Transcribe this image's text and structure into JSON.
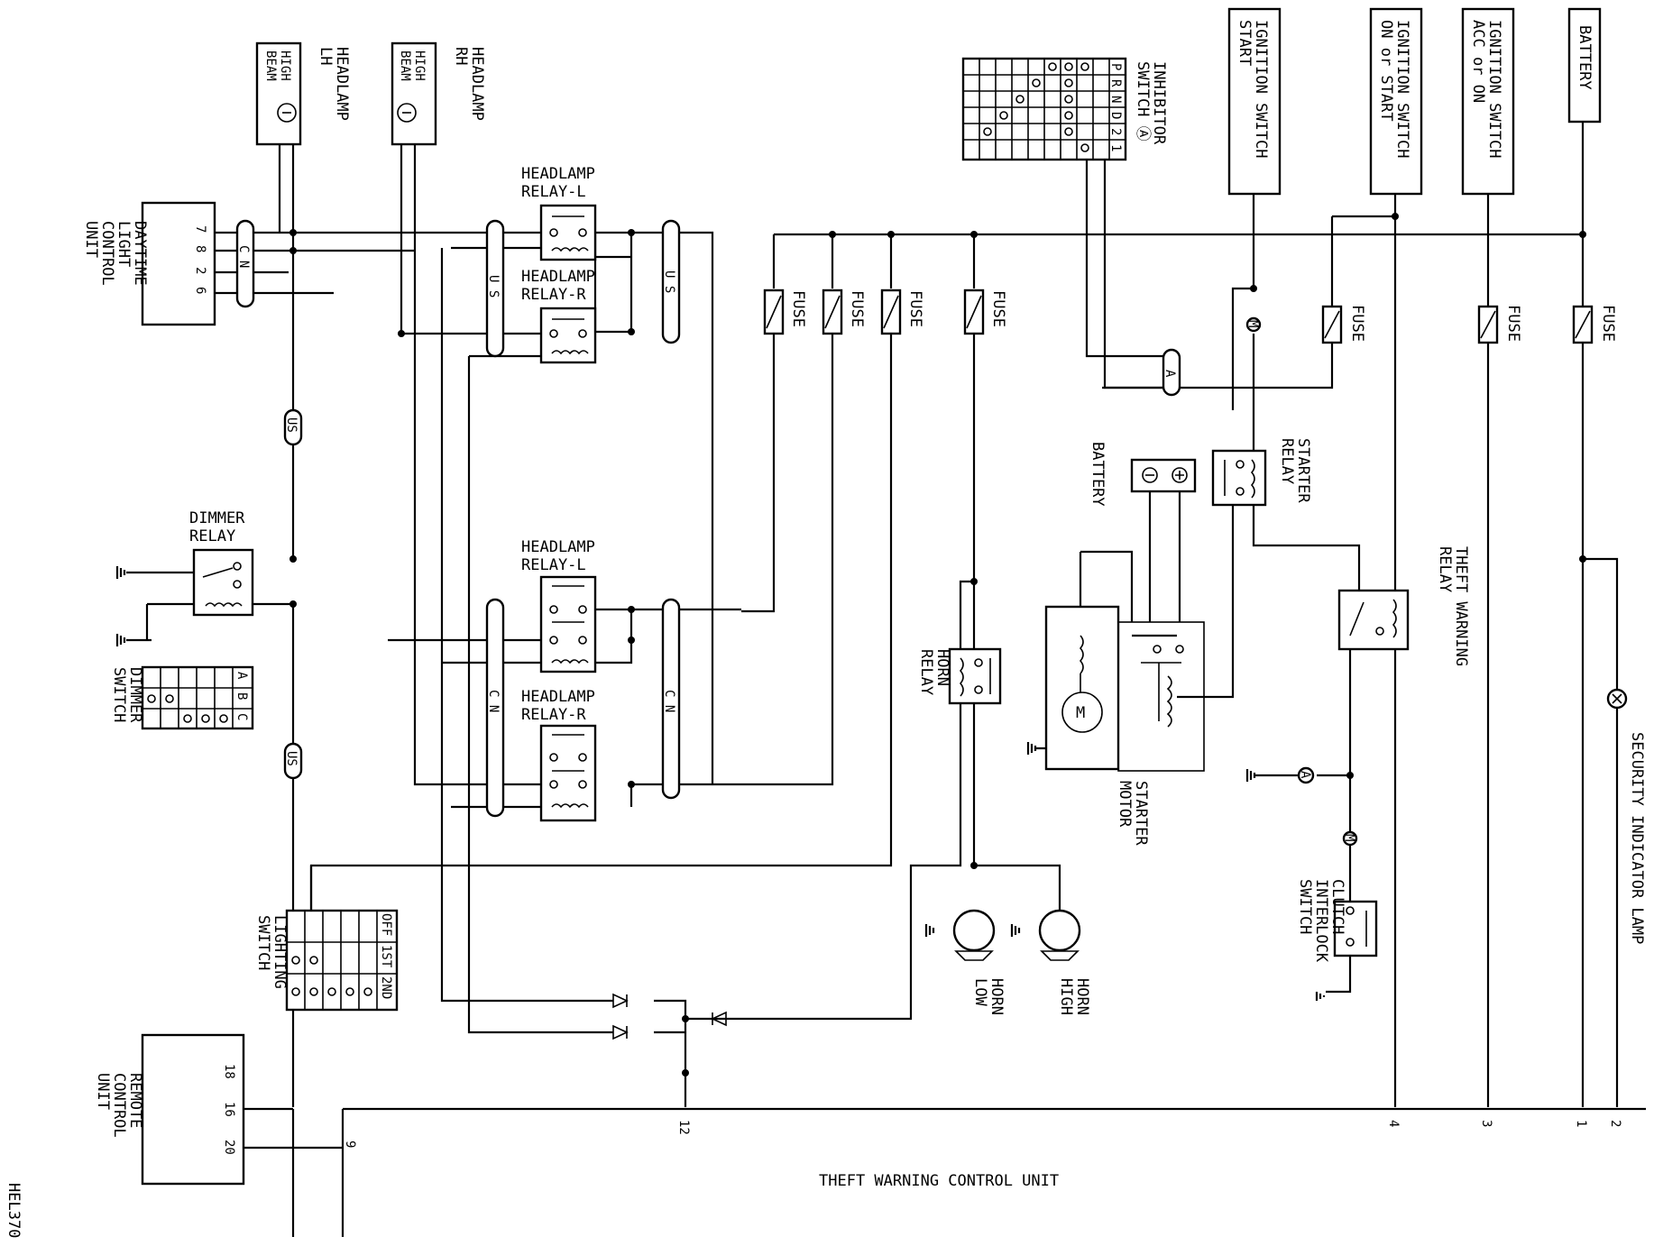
{
  "diagram_id": "HEL370",
  "battery": "BATTERY",
  "ign_acc_on": [
    "IGNITION SWITCH",
    "ACC or ON"
  ],
  "ign_on_start": [
    "IGNITION SWITCH",
    "ON or START"
  ],
  "ign_start": [
    "IGNITION SWITCH",
    "START"
  ],
  "inhibitor_switch": [
    "INHIBITOR",
    "SWITCH Ⓐ"
  ],
  "inhibitor_columns": [
    "P",
    "R",
    "N",
    "D",
    "2",
    "1"
  ],
  "headlamp_lh": [
    "HEADLAMP",
    "LH"
  ],
  "headlamp_rh": [
    "HEADLAMP",
    "RH"
  ],
  "high_beam": [
    "HIGH",
    "BEAM"
  ],
  "daytime_unit": [
    "DAYTIME",
    "LIGHT",
    "CONTROL",
    "UNIT"
  ],
  "daytime_pins": [
    "7",
    "8",
    "2",
    "6"
  ],
  "relay_l": [
    "HEADLAMP",
    "RELAY-L"
  ],
  "relay_r": [
    "HEADLAMP",
    "RELAY-R"
  ],
  "cn": "C N",
  "us": "U S",
  "us_symbol": "US",
  "fuse": "FUSE",
  "dimmer_relay": [
    "DIMMER",
    "RELAY"
  ],
  "dimmer_switch": [
    "DIMMER",
    "SWITCH"
  ],
  "dimmer_cols": [
    "A",
    "B",
    "C"
  ],
  "lighting_switch": [
    "LIGHTING",
    "SWITCH"
  ],
  "lighting_cols": [
    "OFF",
    "1ST",
    "2ND"
  ],
  "remote_unit": [
    "REMOTE",
    "CONTROL",
    "UNIT"
  ],
  "remote_pins": [
    "18",
    "16",
    "20"
  ],
  "horn_relay": [
    "HORN",
    "RELAY"
  ],
  "horn_low": [
    "HORN",
    "LOW"
  ],
  "horn_high": [
    "HORN",
    "HIGH"
  ],
  "battery2": "BATTERY",
  "starter_relay": [
    "STARTER",
    "RELAY"
  ],
  "starter_motor": [
    "STARTER",
    "MOTOR"
  ],
  "motor_symbol": "M",
  "theft_relay": [
    "THEFT WARNING",
    "RELAY"
  ],
  "clutch_switch": [
    "CLUTCH",
    "INTERLOCK",
    "SWITCH"
  ],
  "security_lamp": "SECURITY INDICATOR LAMP",
  "connector_a": "A",
  "connector_m": "M",
  "twcu": "THEFT WARNING CONTROL UNIT",
  "twcu_pins": [
    "9",
    "12",
    "4",
    "3",
    "1",
    "2"
  ]
}
